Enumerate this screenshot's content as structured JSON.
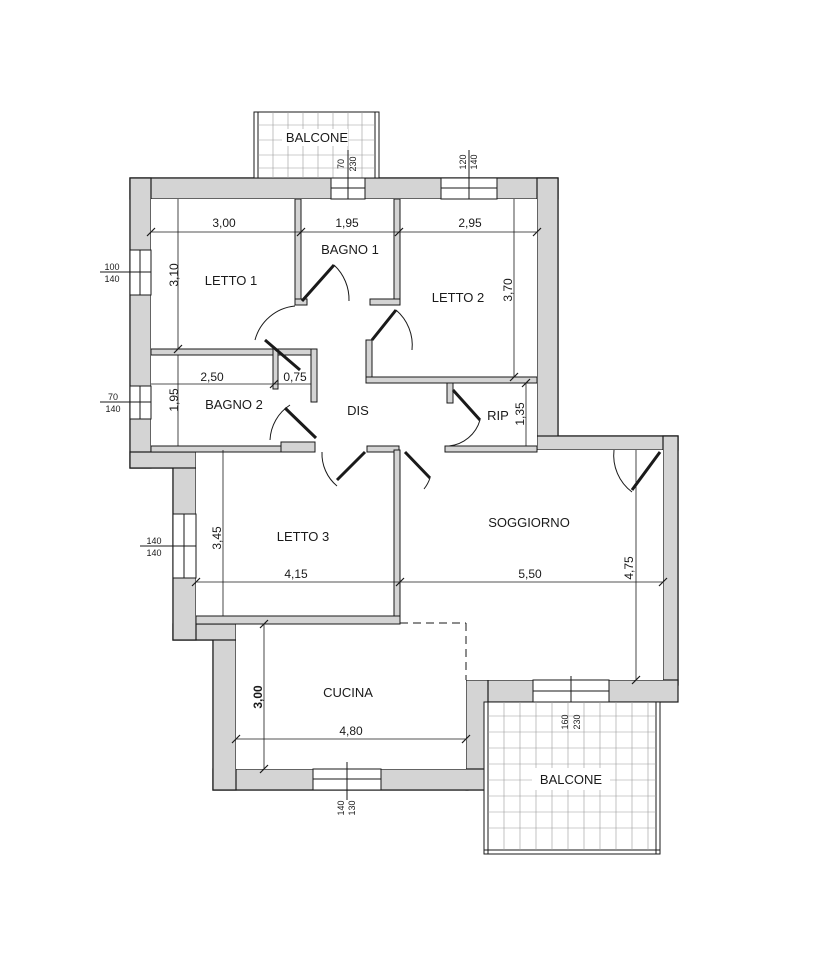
{
  "rooms": {
    "balcone_top": "BALCONE",
    "letto1": "LETTO 1",
    "bagno1": "BAGNO 1",
    "letto2": "LETTO 2",
    "bagno2": "BAGNO 2",
    "dis": "DIS",
    "rip": "RIP",
    "letto3": "LETTO 3",
    "soggiorno": "SOGGIORNO",
    "cucina": "CUCINA",
    "balcone_bottom": "BALCONE"
  },
  "dimensions": {
    "letto1_width": "3,00",
    "bagno1_width": "1,95",
    "letto2_width": "2,95",
    "letto1_depth": "3,10",
    "letto2_depth": "3,70",
    "bagno2_width": "2,50",
    "wc_width": "0,75",
    "bagno2_depth": "1,95",
    "rip_depth": "1,35",
    "letto3_depth": "3,45",
    "letto3_width": "4,15",
    "soggiorno_width": "5,50",
    "soggiorno_depth": "4,75",
    "cucina_depth": "3,00",
    "cucina_width": "4,80"
  },
  "windows": {
    "balcony_door_top": {
      "w": "70",
      "h": "230"
    },
    "letto2_window": {
      "w": "120",
      "h": "140"
    },
    "letto1_window": {
      "w": "100",
      "h": "140"
    },
    "bagno2_window": {
      "w": "70",
      "h": "140"
    },
    "letto3_window": {
      "w": "140",
      "h": "140"
    },
    "soggiorno_door": {
      "w": "160",
      "h": "230"
    },
    "cucina_window": {
      "w": "140",
      "h": "130"
    }
  }
}
